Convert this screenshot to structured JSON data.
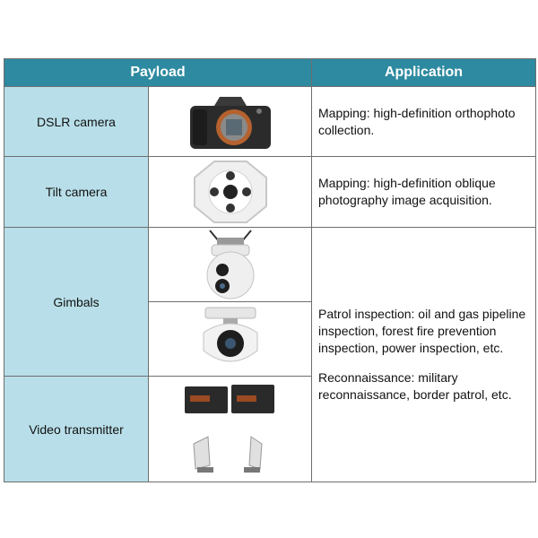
{
  "header": {
    "payload": "Payload",
    "application": "Application"
  },
  "rows": [
    {
      "label": "DSLR camera",
      "image": "dslr-camera-image",
      "application": "Mapping: high-definition orthophoto collection."
    },
    {
      "label": "Tilt camera",
      "image": "tilt-camera-image",
      "application": "Mapping: high-definition oblique photography image acquisition."
    },
    {
      "label": "Gimbals",
      "images": [
        "gimbal-dual-lens-image",
        "gimbal-single-lens-image"
      ]
    },
    {
      "label": "Video transmitter",
      "images": [
        "video-transmitter-image"
      ]
    }
  ],
  "shared_application": [
    "Patrol inspection: oil and gas pipeline inspection, forest fire prevention inspection, power inspection, etc.",
    "Reconnaissance: military reconnaissance, border patrol, etc."
  ],
  "colors": {
    "header_bg": "#2e8aa0",
    "label_bg": "#b8dfe9",
    "border": "#6e6e6e"
  }
}
